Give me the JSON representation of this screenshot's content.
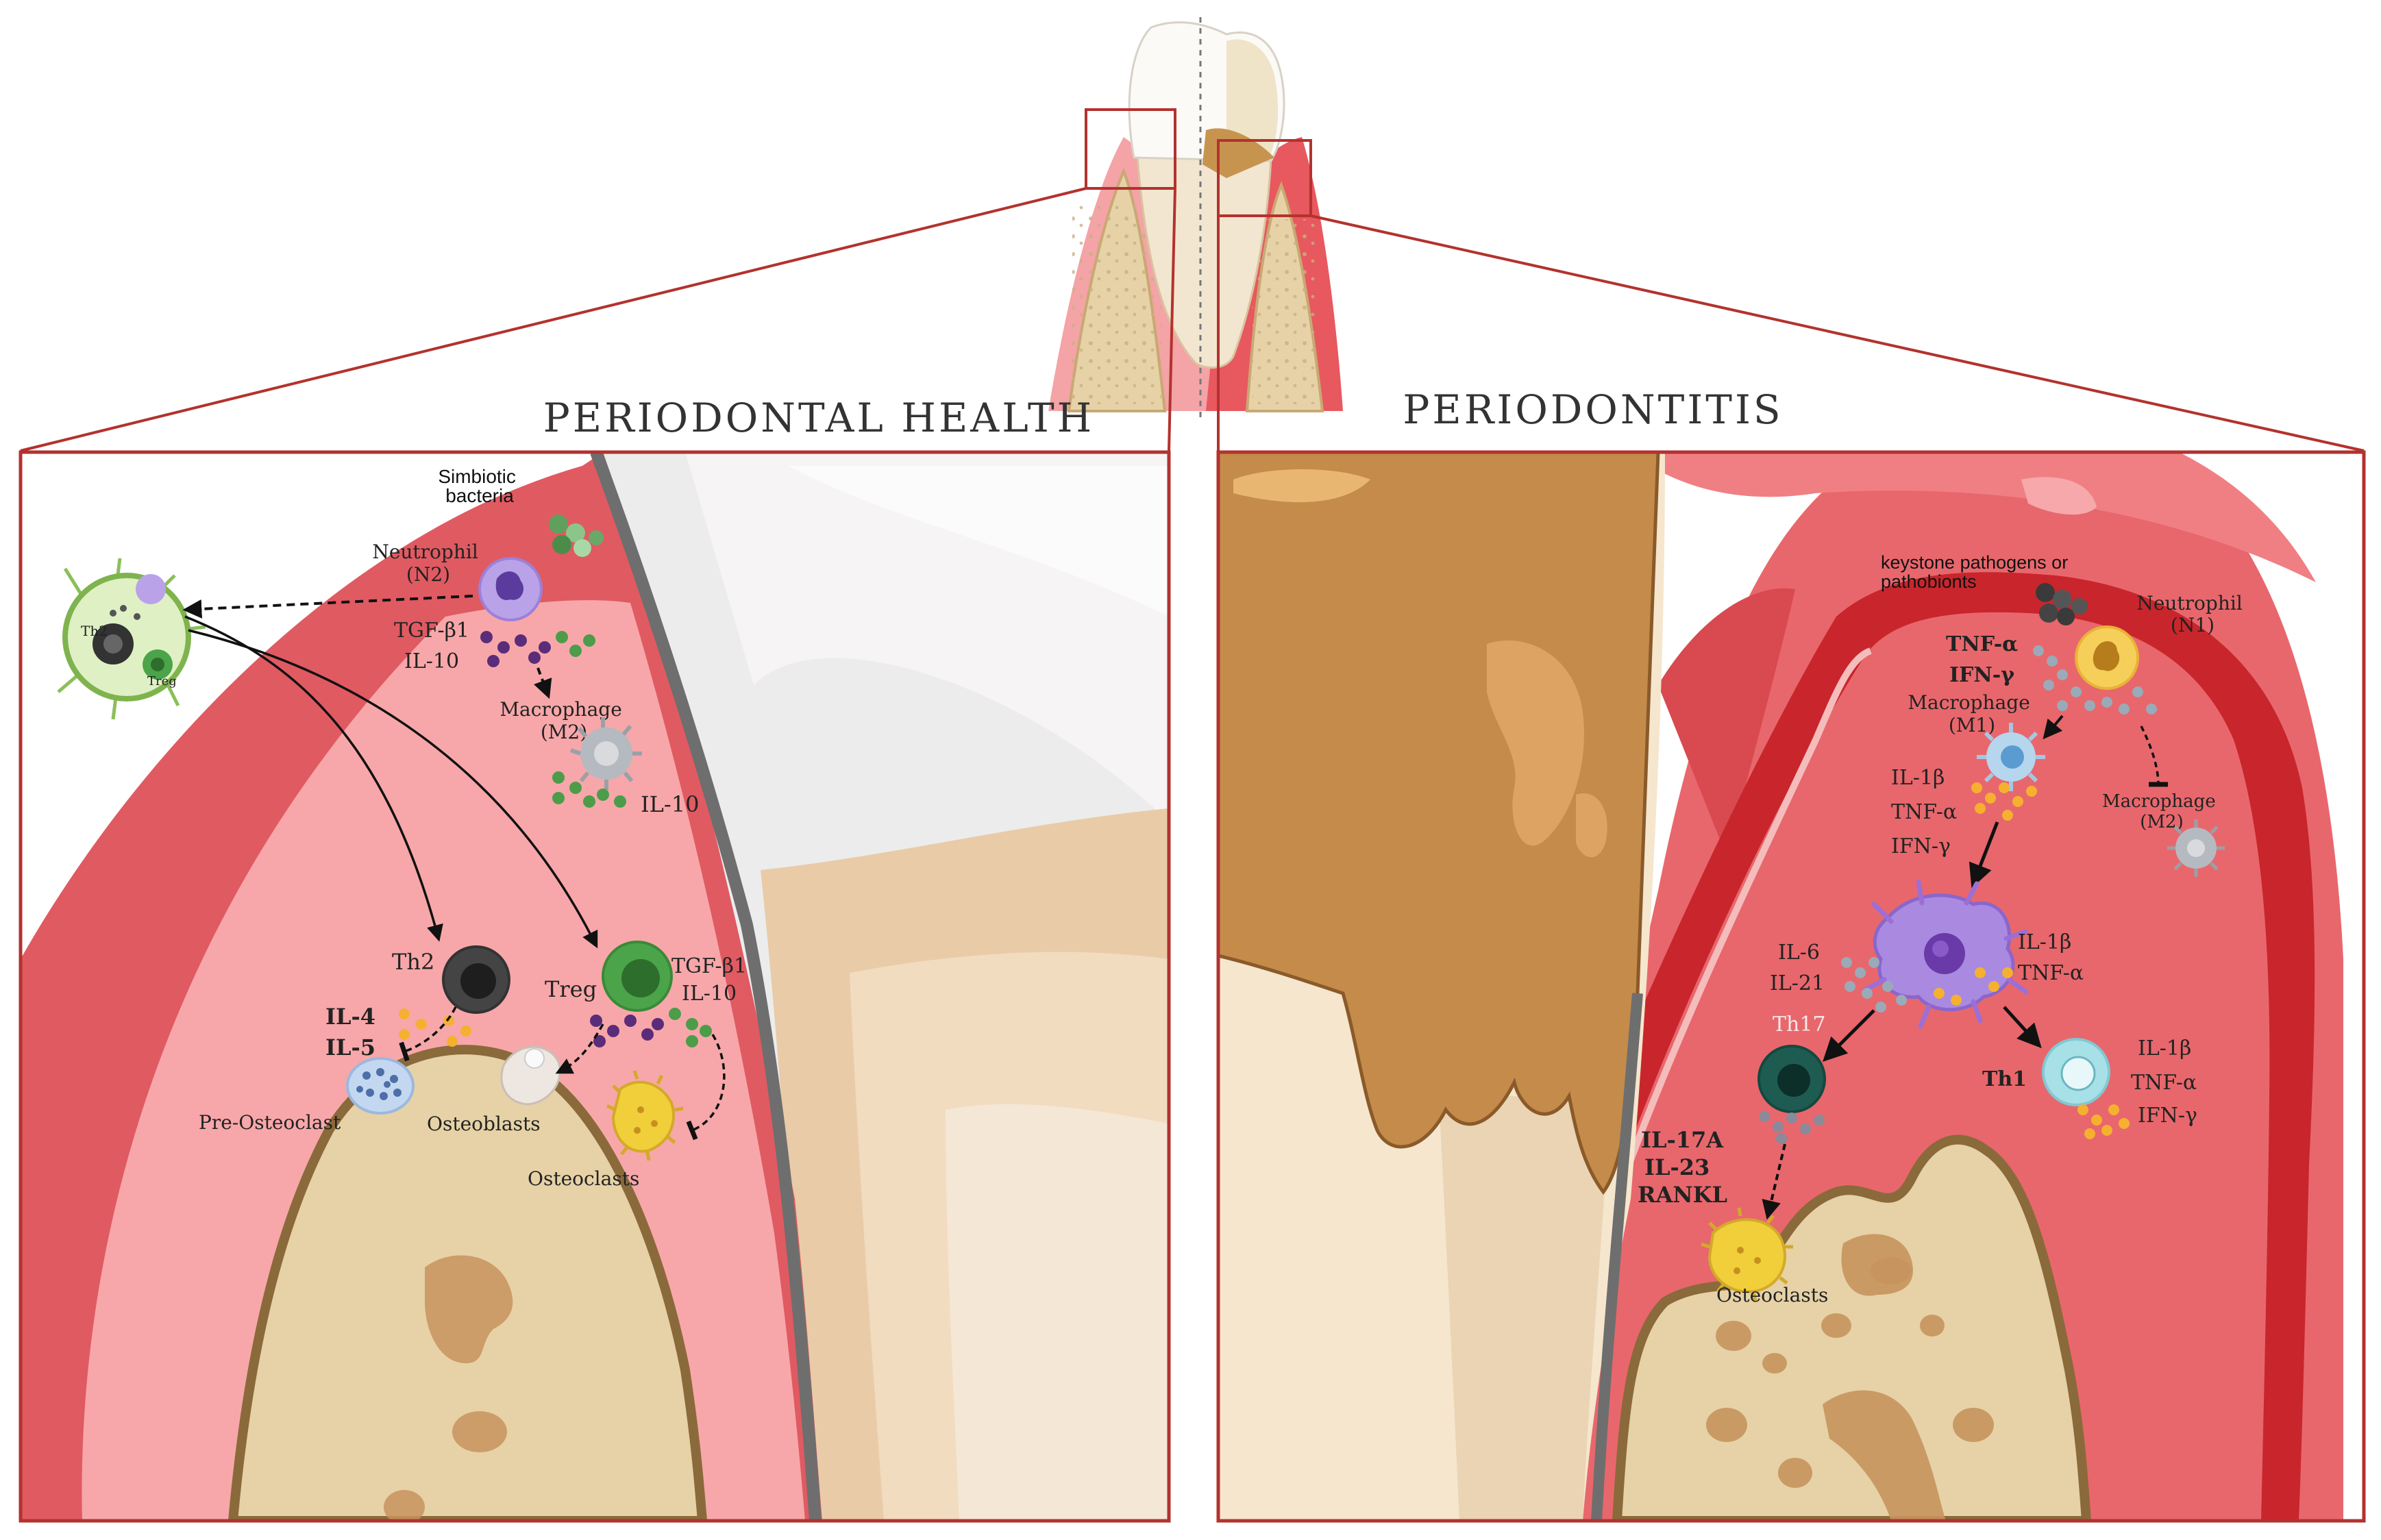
{
  "titles": {
    "left": "PERIODONTAL HEALTH",
    "right": "PERIODONTITIS"
  },
  "health": {
    "simbiotic_bacteria_line1": "Simbiotic",
    "simbiotic_bacteria_line2": "bacteria",
    "neutrophil_line1": "Neutrophil",
    "neutrophil_line2": "(N2)",
    "tgf_b1": "TGF-β1",
    "il10": "IL-10",
    "macrophage_line1": "Macrophage",
    "macrophage_line2": "(M2)",
    "il10_mac": "IL-10",
    "lymph_th2": "Th2",
    "lymph_treg": "Treg",
    "th2": "Th2",
    "treg": "Treg",
    "treg_tgf": "TGF-β1",
    "treg_il10": "IL-10",
    "il4": "IL-4",
    "il5": "IL-5",
    "pre_osteoclast": "Pre-Osteoclast",
    "osteoblasts": "Osteoblasts",
    "osteoclasts": "Osteoclasts"
  },
  "disease": {
    "keystone_line1": "keystone pathogens or",
    "keystone_line2": "pathobionts",
    "neutrophil_line1": "Neutrophil",
    "neutrophil_line2": "(N1)",
    "tnf_a": "TNF-α",
    "ifn_g": "IFN-γ",
    "macrophage_m1_line1": "Macrophage",
    "macrophage_m1_line2": "(M1)",
    "macrophage_m2_line1": "Macrophage",
    "macrophage_m2_line2": "(M2)",
    "m1_il1b": "IL-1β",
    "m1_tnf": "TNF-α",
    "m1_ifn": "IFN-γ",
    "dc_il1b": "IL-1β",
    "dc_tnf": "TNF-α",
    "il6": "IL-6",
    "il21": "IL-21",
    "th17": "Th17",
    "th1": "Th1",
    "th1_il1b": "IL-1β",
    "th1_tnf": "TNF-α",
    "th1_ifn": "IFN-γ",
    "il17a": "IL-17A",
    "il23": "IL-23",
    "rankl": "RANKL",
    "osteoclasts": "Osteoclasts"
  },
  "colors": {
    "frame": "#b3322e",
    "gum_dark": "#e05a62",
    "gum_light": "#f7a7a9",
    "gum_disease": "#e8676c",
    "vessel": "#c8262c",
    "bone": "#e6d2a6",
    "bone_border": "#8a6a3a",
    "enamel": "#ffffff",
    "dentin": "#e8c9a2",
    "plaque": "#c48b4a",
    "neutrophil": "#b9a2e8",
    "treg": "#4ca44a",
    "th2": "#4a4a4a",
    "th17": "#1e5c52",
    "th1": "#a8e0e8",
    "dendritic": "#9b6fd6",
    "osteoclast": "#f0cf3a",
    "cytokine_orange": "#f6b030",
    "cytokine_purple": "#5b2c7a",
    "cytokine_green": "#4c9c4a",
    "cytokine_grey": "#9aaab8"
  }
}
